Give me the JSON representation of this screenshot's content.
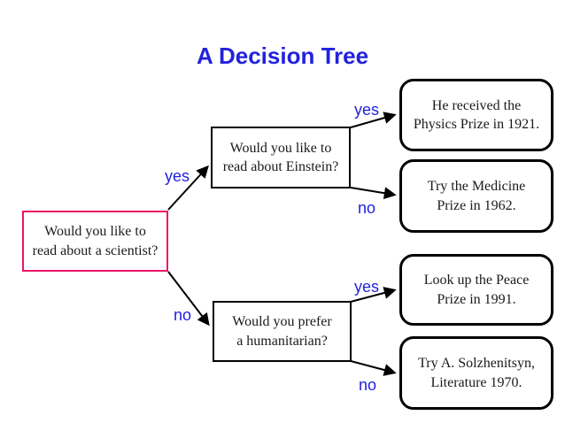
{
  "title": "A Decision Tree",
  "colors": {
    "background": "#ffffff",
    "title_and_labels": "#2222dd",
    "root_border": "#ee1466",
    "node_border": "#000000",
    "connector": "#000000"
  },
  "nodes": {
    "root": {
      "line1": "Would you like to",
      "line2": "read about a scientist?"
    },
    "einstein": {
      "line1": "Would you like to",
      "line2": "read about Einstein?"
    },
    "humanitarian": {
      "line1": "Would you prefer",
      "line2": "a humanitarian?"
    },
    "leaf_physics": {
      "line1": "He received the",
      "line2": "Physics Prize in 1921."
    },
    "leaf_medicine": {
      "line1": "Try the Medicine",
      "line2": "Prize in 1962."
    },
    "leaf_peace": {
      "line1": "Look up the Peace",
      "line2": "Prize in 1991."
    },
    "leaf_literature": {
      "line1": "Try A. Solzhenitsyn,",
      "line2": "Literature 1970."
    }
  },
  "edges": {
    "root_yes": "yes",
    "root_no": "no",
    "einstein_yes": "yes",
    "einstein_no": "no",
    "humanitarian_yes": "yes",
    "humanitarian_no": "no"
  }
}
